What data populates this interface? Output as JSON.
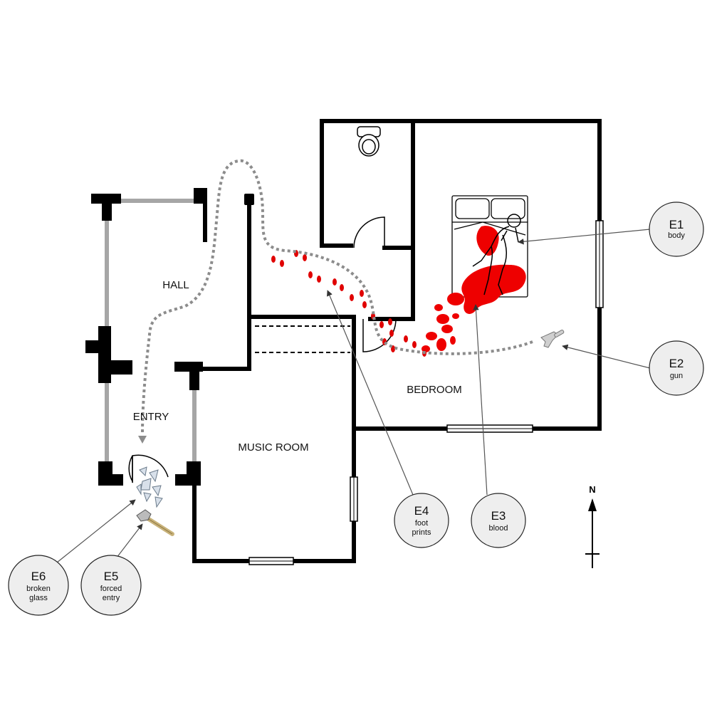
{
  "rooms": {
    "hall": "HALL",
    "entry": "ENTRY",
    "music_room": "MUSIC ROOM",
    "bedroom": "BEDROOM"
  },
  "compass": {
    "label": "N"
  },
  "evidence": [
    {
      "id": "E1",
      "lines": [
        "body"
      ],
      "icon": "body-outline-icon"
    },
    {
      "id": "E2",
      "lines": [
        "gun"
      ],
      "icon": "gun-icon"
    },
    {
      "id": "E3",
      "lines": [
        "blood"
      ],
      "icon": "blood-pool-icon"
    },
    {
      "id": "E4",
      "lines": [
        "foot",
        "prints"
      ],
      "icon": "footprints-icon"
    },
    {
      "id": "E5",
      "lines": [
        "forced",
        "entry"
      ],
      "icon": "hammer-icon"
    },
    {
      "id": "E6",
      "lines": [
        "broken",
        "glass"
      ],
      "icon": "broken-glass-icon"
    }
  ],
  "colors": {
    "wall": "#000000",
    "exterior_wall": "#a6a6a6",
    "trail": "#8c8c8c",
    "blood": "#ee0000",
    "marker_fill": "#eeeeee"
  }
}
